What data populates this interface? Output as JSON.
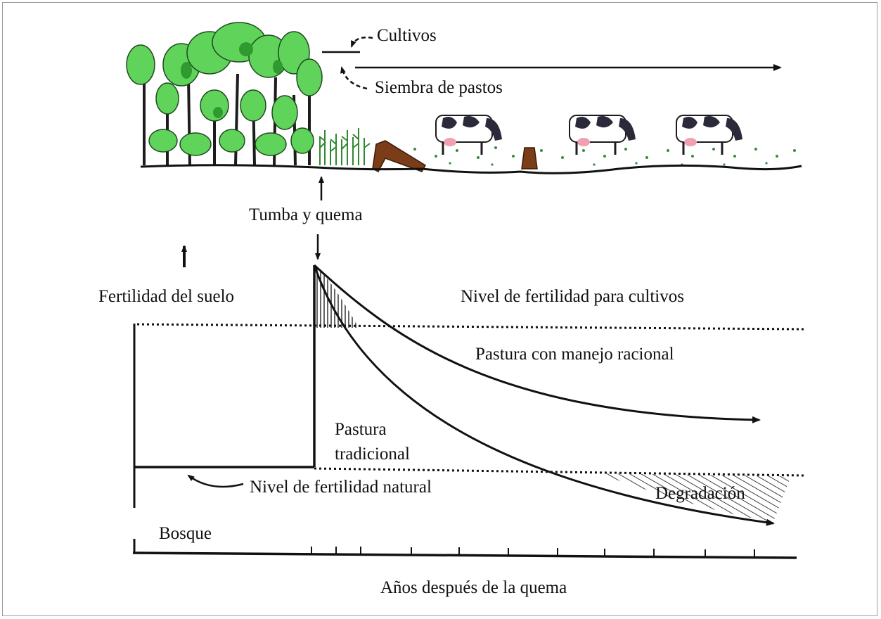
{
  "labels": {
    "cultivos": "Cultivos",
    "siembra": "Siembra de pastos",
    "tumba": "Tumba y quema",
    "fertilidad_suelo": "Fertilidad del suelo",
    "nivel_cultivos": "Nivel de fertilidad para cultivos",
    "pastura_racional": "Pastura con manejo racional",
    "pastura_tradicional_1": "Pastura",
    "pastura_tradicional_2": "tradicional",
    "nivel_natural": "Nivel de fertilidad natural",
    "degradacion": "Degradación",
    "bosque": "Bosque",
    "xlabel": "Años después de la quema"
  },
  "colors": {
    "ink": "#111111",
    "tree_green": "#5fd35a",
    "tree_dark_green": "#2f9a2f",
    "trunk": "#1c1c1c",
    "log_brown": "#7a3d17",
    "grass": "#3c8a3c",
    "cow_black": "#2a2a3a",
    "udder_pink": "#f0a0b0"
  },
  "icons": [
    "forest-illustration",
    "crops-illustration",
    "fallen-log-illustration",
    "tree-stump-illustration",
    "cow-illustration"
  ]
}
